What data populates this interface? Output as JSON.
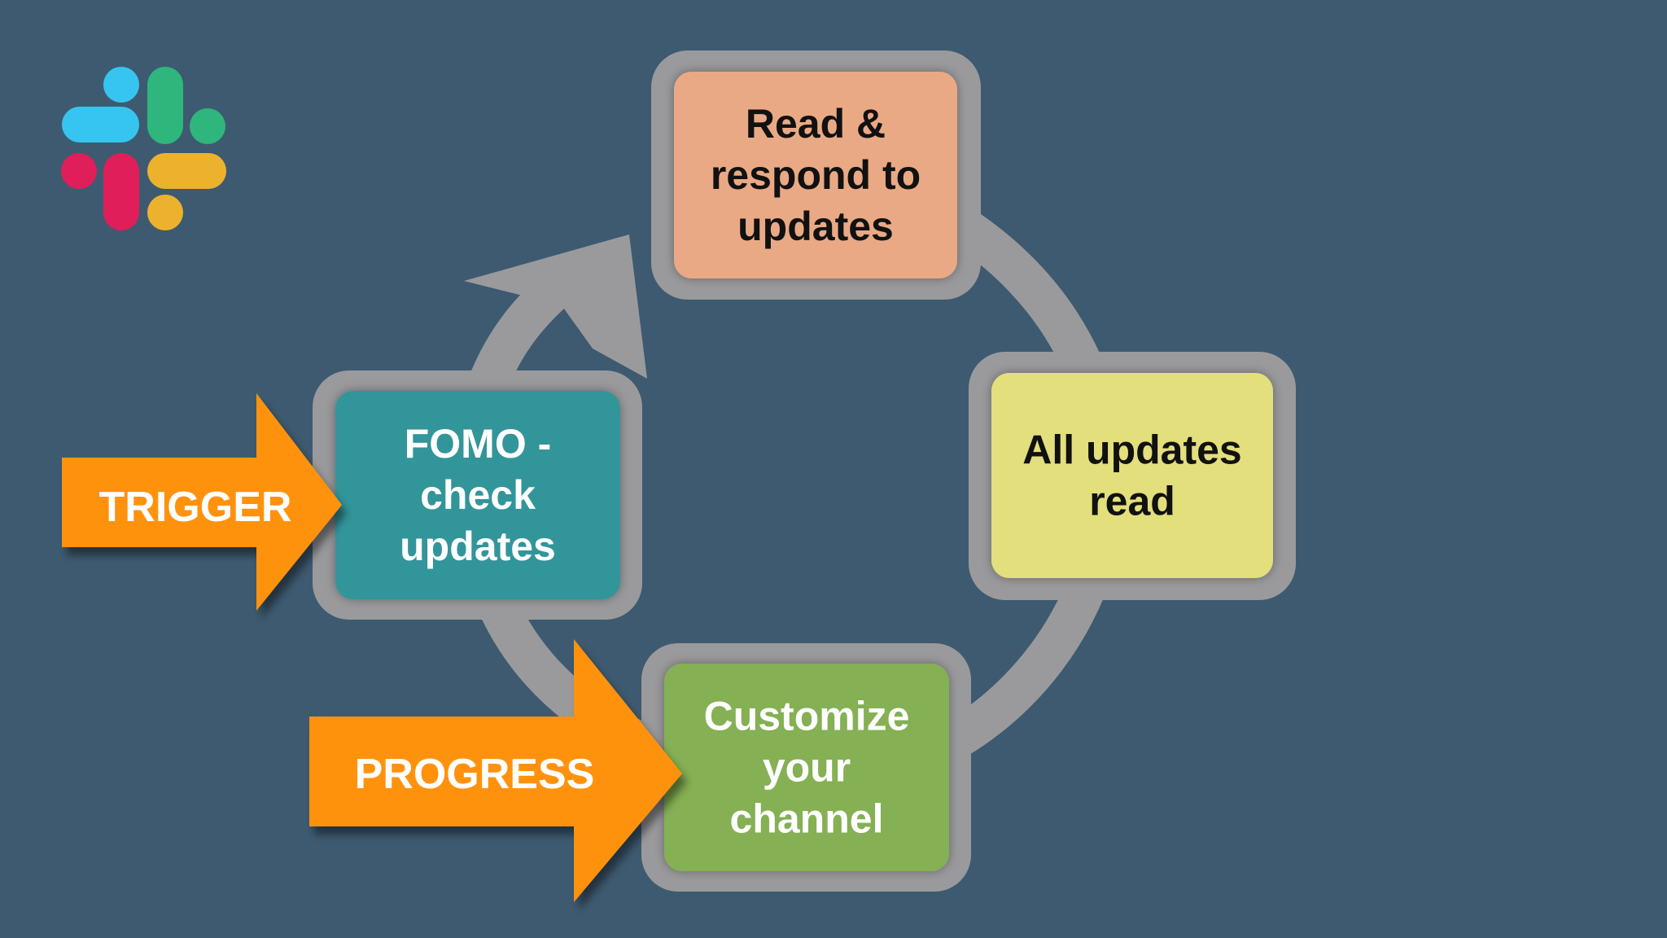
{
  "logo": {
    "name": "slack-logo",
    "colors": {
      "blue": "#36c5f0",
      "green": "#2eb67d",
      "red": "#e01e5a",
      "yellow": "#ecb22e"
    }
  },
  "cycle": {
    "ring_color": "#9a9a9d",
    "steps": [
      {
        "id": "read-respond",
        "lines": [
          "Read &",
          "respond to",
          "updates"
        ],
        "fill": "#eaa985",
        "text_color": "#111111"
      },
      {
        "id": "all-read",
        "lines": [
          "All updates",
          "read"
        ],
        "fill": "#e2df7c",
        "text_color": "#111111"
      },
      {
        "id": "customize",
        "lines": [
          "Customize",
          "your",
          "channel"
        ],
        "fill": "#85b053",
        "text_color": "#ffffff"
      },
      {
        "id": "fomo",
        "lines": [
          "FOMO -",
          "check",
          "updates"
        ],
        "fill": "#32959a",
        "text_color": "#ffffff"
      }
    ]
  },
  "callouts": [
    {
      "id": "trigger",
      "label": "TRIGGER",
      "color": "#ff9209"
    },
    {
      "id": "progress",
      "label": "PROGRESS",
      "color": "#ff9209"
    }
  ]
}
